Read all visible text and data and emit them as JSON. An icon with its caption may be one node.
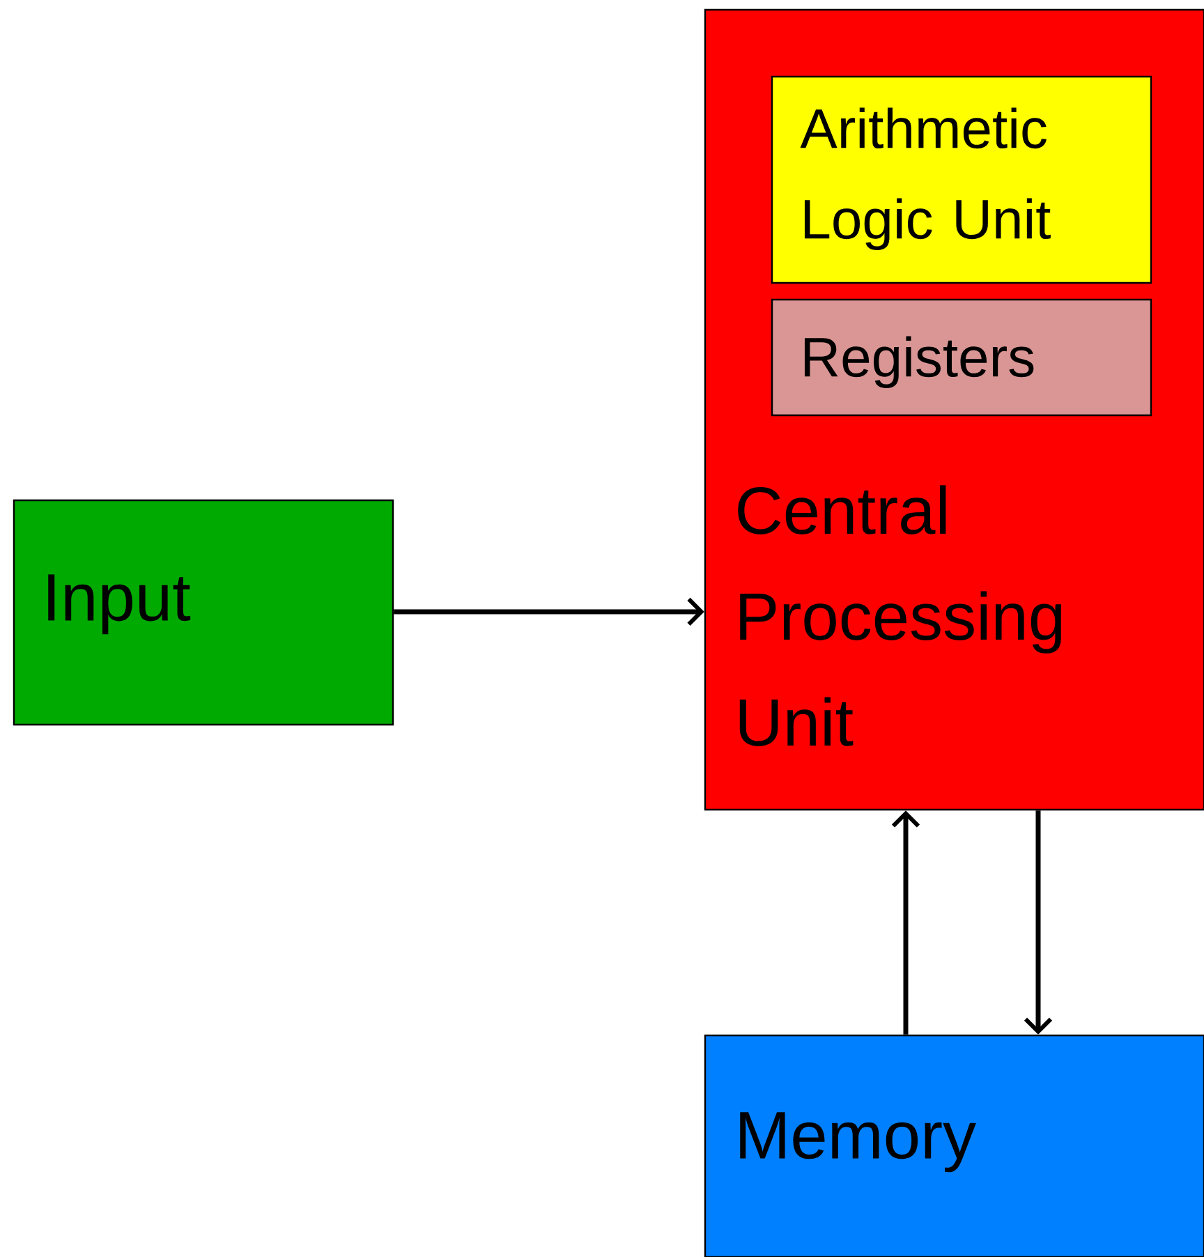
{
  "diagram": {
    "nodes": [
      {
        "text": [
          "Input"
        ]
      },
      {
        "text": [
          "Central Processing Unit"
        ]
      },
      {
        "text": [
          "Arithmetic Logic Unit"
        ],
        "in": 1
      },
      {
        "text": [
          "Registers"
        ],
        "in": 1
      },
      {
        "text": [
          "Memory"
        ]
      }
    ],
    "edges": [
      {
        "from": 0,
        "to": 1,
        "arrow": "to"
      },
      {
        "from": 4,
        "to": 1,
        "arrow": "to"
      },
      {
        "from": 1,
        "to": 4,
        "arrow": "to"
      }
    ]
  }
}
